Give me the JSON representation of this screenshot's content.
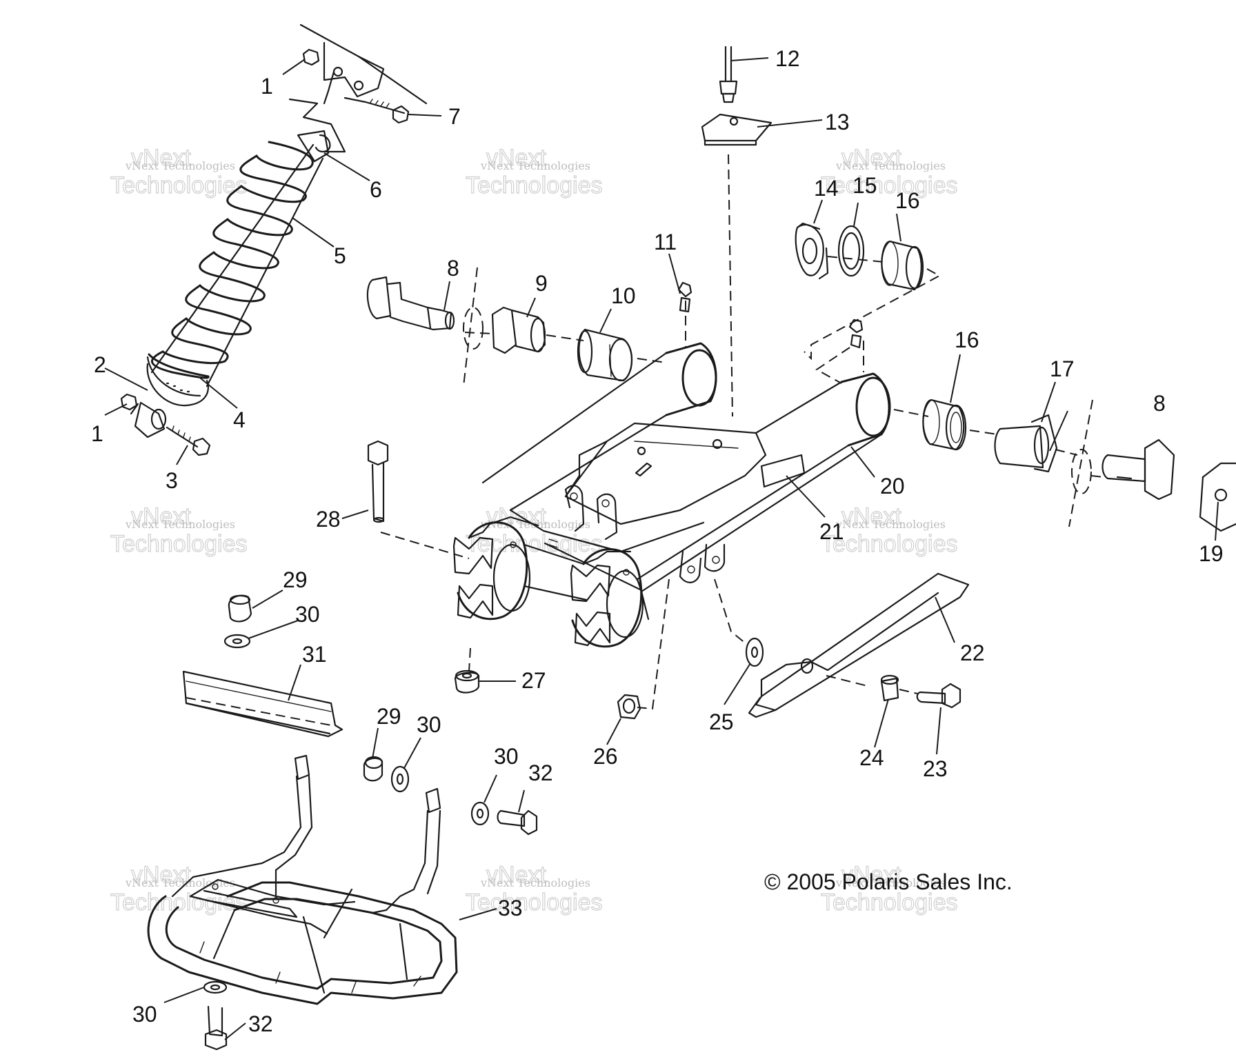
{
  "callouts": [
    {
      "label": "1"
    },
    {
      "label": "1"
    },
    {
      "label": "2"
    },
    {
      "label": "3"
    },
    {
      "label": "4"
    },
    {
      "label": "5"
    },
    {
      "label": "6"
    },
    {
      "label": "7"
    },
    {
      "label": "8"
    },
    {
      "label": "8"
    },
    {
      "label": "9"
    },
    {
      "label": "10"
    },
    {
      "label": "11"
    },
    {
      "label": "12"
    },
    {
      "label": "13"
    },
    {
      "label": "14"
    },
    {
      "label": "15"
    },
    {
      "label": "16"
    },
    {
      "label": "16"
    },
    {
      "label": "17"
    },
    {
      "label": "19"
    },
    {
      "label": "20"
    },
    {
      "label": "21"
    },
    {
      "label": "22"
    },
    {
      "label": "23"
    },
    {
      "label": "24"
    },
    {
      "label": "25"
    },
    {
      "label": "26"
    },
    {
      "label": "27"
    },
    {
      "label": "28"
    },
    {
      "label": "29"
    },
    {
      "label": "29"
    },
    {
      "label": "30"
    },
    {
      "label": "30"
    },
    {
      "label": "30"
    },
    {
      "label": "30"
    },
    {
      "label": "31"
    },
    {
      "label": "32"
    },
    {
      "label": "32"
    },
    {
      "label": "33"
    }
  ],
  "copyright": "© 2005 Polaris Sales Inc.",
  "watermark": {
    "company": "vNext Technologies",
    "word1": "vNext",
    "word2": "Technologies"
  }
}
